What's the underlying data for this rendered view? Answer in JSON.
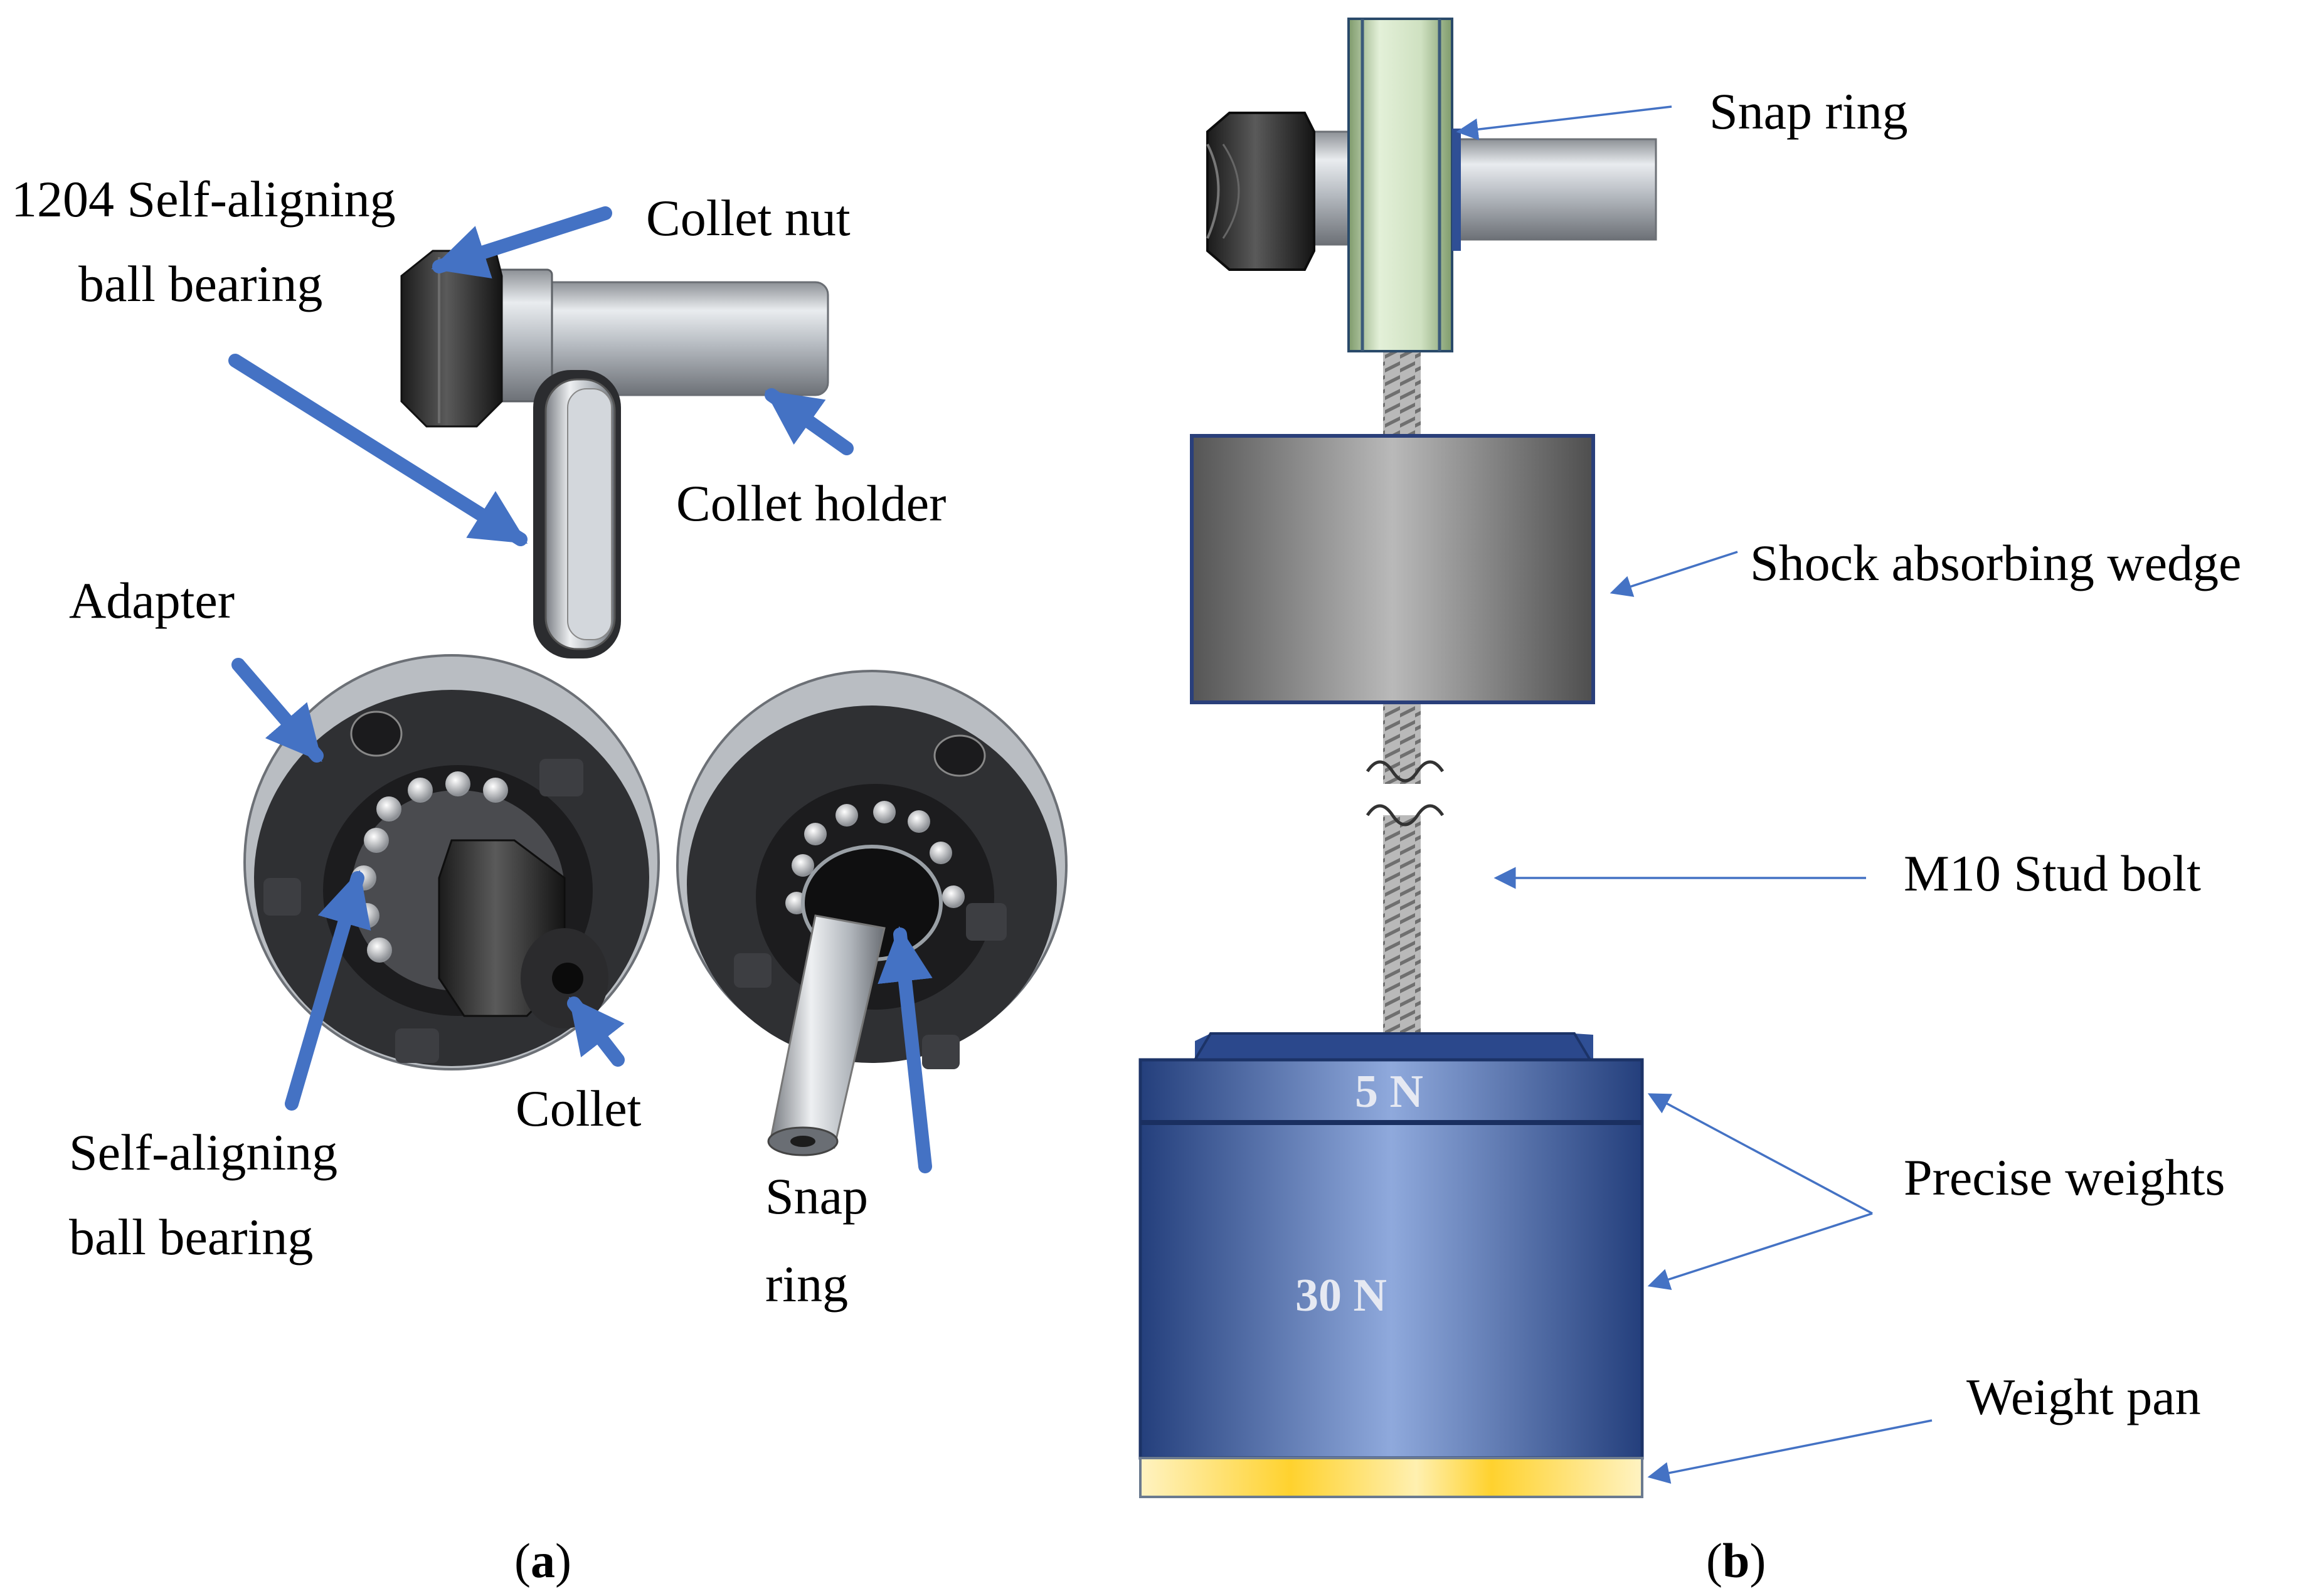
{
  "panel_a": {
    "caption_open": "(",
    "caption_letter": "a",
    "caption_close": ")",
    "labels": {
      "bearing_1204_line1": "1204 Self-aligning",
      "bearing_1204_line2": "ball bearing",
      "collet_nut": "Collet nut",
      "collet_holder": "Collet holder",
      "adapter": "Adapter",
      "self_aligning_line1": "Self-aligning",
      "self_aligning_line2": "ball bearing",
      "collet": "Collet",
      "snap_ring_line1": "Snap",
      "snap_ring_line2": "ring"
    },
    "arrow_color": "#4472c4"
  },
  "panel_b": {
    "caption_open": "(",
    "caption_letter": "b",
    "caption_close": ")",
    "labels": {
      "snap_ring": "Snap ring",
      "shock_wedge": "Shock absorbing wedge",
      "stud_bolt": "M10 Stud bolt",
      "precise_weights": "Precise weights",
      "weight_pan": "Weight pan"
    },
    "weights": {
      "small": "5 N",
      "large": "30 N"
    },
    "colors": {
      "weight_blue": "#2a4a8c",
      "bearing_green": "#dbe9cf",
      "pan_yellow": "#ffd54a",
      "wedge_gray": "#8a8a8a",
      "leader": "#4472c4"
    }
  }
}
